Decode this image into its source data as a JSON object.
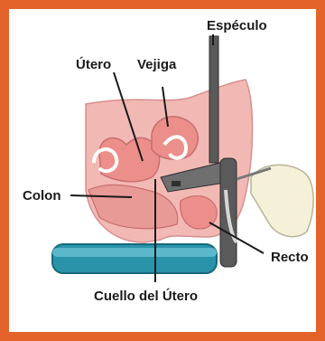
{
  "labels": {
    "especulo": "Espéculo",
    "utero": "Útero",
    "vejiga": "Vejiga",
    "colon": "Colon",
    "recto": "Recto",
    "cuello": "Cuello del Útero"
  },
  "colors": {
    "border": "#e4632a",
    "background": "#ffffff",
    "body": "#f2b9b4",
    "organ": "#ec8e8a",
    "table": "#2a93a9",
    "speculum": "#5a5a5a",
    "glove": "#f4f1d8"
  }
}
